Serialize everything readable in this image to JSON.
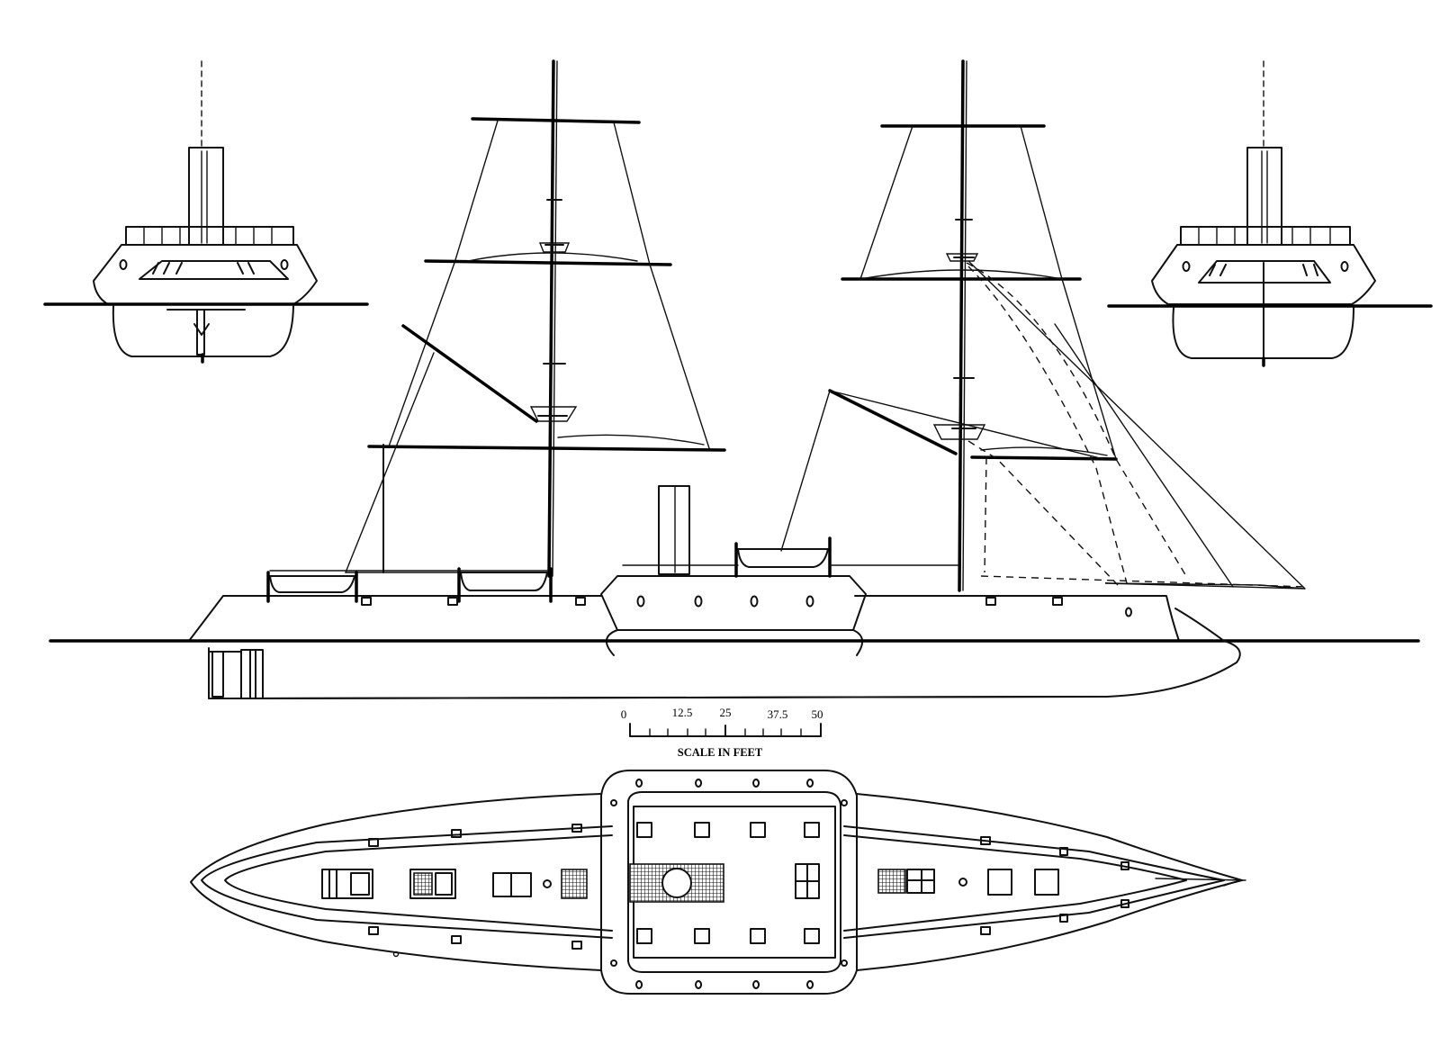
{
  "scale": {
    "ticks": [
      "0",
      "12.5",
      "25",
      "37.5",
      "50"
    ],
    "title": "SCALE IN FEET"
  }
}
